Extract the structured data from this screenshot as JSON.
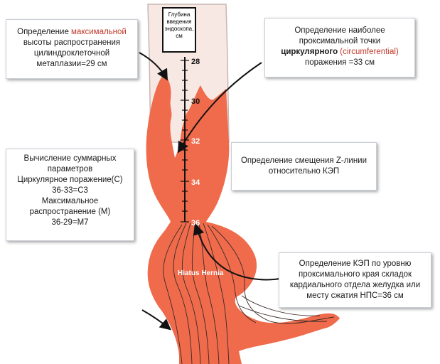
{
  "colors": {
    "lesion": "#ef6b4b",
    "mucosa_pale": "#f7e8e4",
    "tube_outline": "#c7b7b2",
    "fold_lines": "#3a2a28",
    "arrow": "#111111",
    "highlight": "#c0392b"
  },
  "depth_box": {
    "lines": [
      "Глубина",
      "введения",
      "эндоскопа,",
      "см"
    ]
  },
  "scale": {
    "ticks": [
      "28",
      "30",
      "32",
      "34",
      "36"
    ]
  },
  "hernia_label": "Hiatus Hernia",
  "box_max_height": {
    "prefix": "Определение ",
    "highlight": "максимальной",
    "line2": "высоты распространения",
    "line3": "цилиндроклеточной",
    "line4": "метаплазии=29 см"
  },
  "box_circumferential": {
    "line1": "Определение наиболее",
    "line2": "проксимальной точки",
    "bold": "циркулярного",
    "highlight": "(circumferential)",
    "line4": "поражения =33 см"
  },
  "box_summary": {
    "lines": [
      "Вычисление суммарных",
      "параметров",
      "Циркулярное поражение(С)",
      "36-33=С3",
      "Максимальное",
      "распространение (М)",
      "36-29=М7"
    ]
  },
  "box_zline": {
    "lines": [
      "Определение смещения Z-линии",
      "относительно КЭП"
    ]
  },
  "box_gej": {
    "lines": [
      "Определение КЭП по уровню",
      "проксимального края складок",
      "кардиального отдела желудка или",
      "месту сжатия  НПС=36 см"
    ]
  }
}
